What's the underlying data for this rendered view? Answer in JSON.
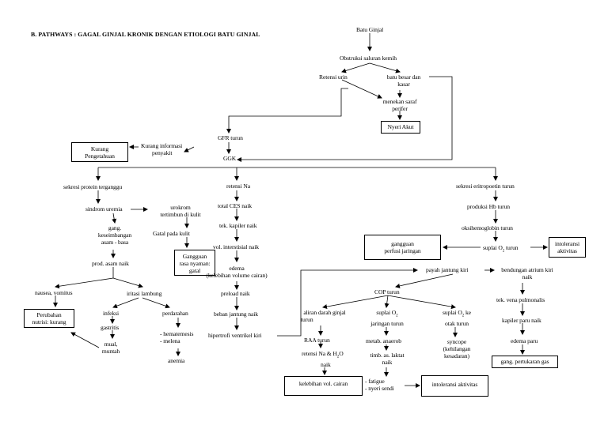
{
  "title": "B. PATHWAYS : GAGAL GINJAL KRONIK DENGAN ETIOLOGI BATU GINJAL",
  "nodes": {
    "batu_ginjal": "Batu Ginjal",
    "obstruksi": "Obstruksi saluran kemih",
    "retensi_urin": "Retensi urin",
    "batu_besar_l1": "batu besar dan",
    "batu_besar_l2": "kasar",
    "menekan_l1": "menekan saraf",
    "menekan_l2": "perifer",
    "nyeri_akut": "Nyeri Akut",
    "gfr_turun": "GFR turun",
    "ggk": "GGK",
    "kurang_info_l1": "Kurang informasi",
    "kurang_info_l2": "penyakit",
    "kurang_pengetahuan_l1": "Kurang",
    "kurang_pengetahuan_l2": "Pengetahuan",
    "sekresi_protein": "sekresi protein terganggu",
    "sindrom_uremia": "sindrom uremia",
    "urokrom_l1": "urokrom",
    "urokrom_l2": "tertimbun di kulit",
    "gatal_kulit": "Gatal pada kulit",
    "gangguan_rasa_l1": "Gangguan",
    "gangguan_rasa_l2": "rasa nyaman:",
    "gangguan_rasa_l3": "gatal",
    "gang_l1": "gang.",
    "gang_l2": "keseimbangan",
    "gang_l3": "asam - basa",
    "prod_asam": "prod. asam naik",
    "nausea": "nausea, vomitus",
    "iritasi": "iritasi lambung",
    "perubahan_l1": "Perubahan",
    "perubahan_l2": "nutrisi: kurang",
    "infeksi": "infeksi",
    "gastritis": "gastritis",
    "mual_l1": "mual,",
    "mual_l2": "muntah",
    "perdarahan": "perdarahan",
    "hema_l1": "- hematemesis",
    "hema_l2": "- melena",
    "anemia": "anemia",
    "retensi_na": "retensi Na",
    "total_ces": "total CES naik",
    "tek_kapiler": "tek. kapiler naik",
    "vol_interstisial": "vol. interstisial naik",
    "edema_l1": "edema",
    "edema_l2": "(kelebihan volume cairan)",
    "preload": "preload naik",
    "beban": "beban jantung naik",
    "hipertrofi": "hipertrofi ventrikel kiri",
    "sekresi_eritro": "sekresi eritropoetin turun",
    "produksi_hb": "produksi Hb turun",
    "oksihemo": "oksihemoglobin turun",
    "suplai_o2_pre": "suplai O",
    "suplai_o2_sub": "2",
    "suplai_o2_post": " turun",
    "gangguan_perfusi_l1": "gangguan",
    "gangguan_perfusi_l2": "perfusi jaringan",
    "intoleransi_l1": "intoleransi",
    "intoleransi_l2": "aktivitas",
    "payah": "payah jantung kiri",
    "bendungan_l1": "bendungan atrium kiri",
    "bendungan_l2": "naik",
    "tek_vena": "tek. vena pulmonalis",
    "kapiler_paru": "kapiler paru naik",
    "edema_paru": "edema paru",
    "gang_pertukaran": "gang. pertukaran gas",
    "cop_turun": "COP turun",
    "aliran_l1": "aliran darah ginjal",
    "aliran_l2": "turun",
    "raa": "RAA turun",
    "retensi_nah2o_l1": "retensi Na & H",
    "retensi_nah2o_sub": "2",
    "retensi_nah2o_l1b": "O",
    "retensi_nah2o_l2": "naik",
    "kelebihan_vol": "kelebihan vol. cairan",
    "suplai_jar_l1": "suplai O",
    "suplai_jar_sub": "2",
    "suplai_jar_l2": "jaringan turun",
    "metab_l1": "metab. anaerob",
    "timb_l1": "timb. as. laktat",
    "timb_l2": "naik",
    "fatigue": "- fatigue",
    "nyeri_sendi": "- nyeri sendi",
    "intoleransi2": "intoleransi aktivitas",
    "suplai_otak_l1": "suplai O",
    "suplai_otak_sub": "2",
    "suplai_otak_l1b": " ke",
    "suplai_otak_l2": "otak turun",
    "syncope_l1": "syncope",
    "syncope_l2": "(kehilangan",
    "syncope_l3": "kesadaran)"
  }
}
